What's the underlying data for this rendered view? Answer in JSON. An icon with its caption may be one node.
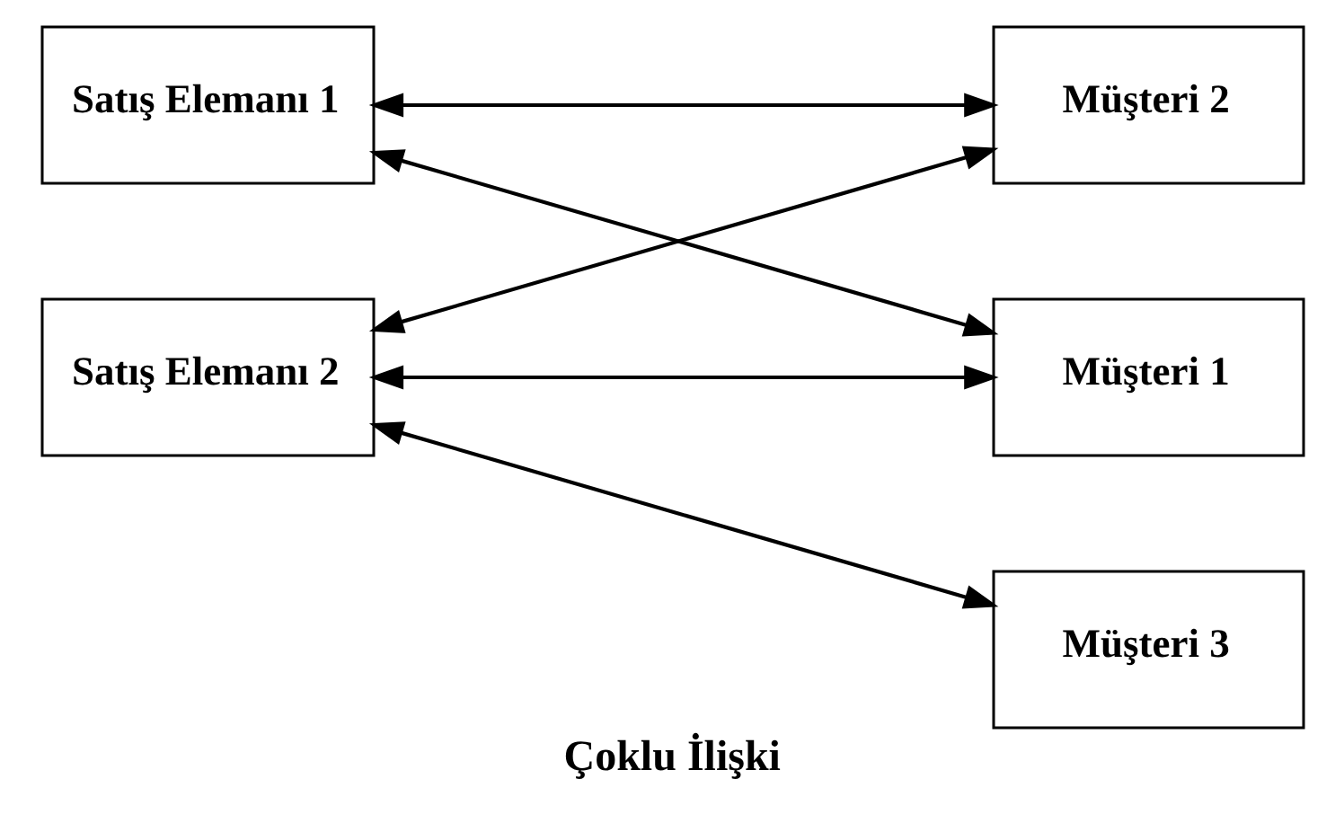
{
  "diagram": {
    "caption": "Çoklu İlişki",
    "nodes": [
      {
        "text": [
          "Satış Elemanı 1"
        ]
      },
      {
        "text": [
          "Satış Elemanı 2"
        ]
      },
      {
        "text": [
          "Müşteri 1"
        ]
      },
      {
        "text": [
          "Müşteri 2"
        ]
      },
      {
        "text": [
          "Müşteri 3"
        ]
      }
    ],
    "edges": [
      {
        "from": 0,
        "to": 2,
        "arrow": "both"
      },
      {
        "from": 0,
        "to": 3,
        "arrow": "both"
      },
      {
        "from": 1,
        "to": 2,
        "arrow": "both"
      },
      {
        "from": 1,
        "to": 3,
        "arrow": "both"
      },
      {
        "from": 1,
        "to": 4,
        "arrow": "both"
      }
    ]
  }
}
